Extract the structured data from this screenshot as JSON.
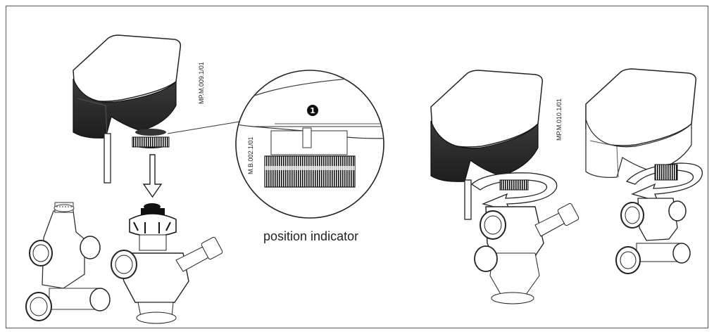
{
  "frame": {
    "border_color": "#555555",
    "background": "#ffffff"
  },
  "figures": {
    "left_code": "MP.M.009.1/01",
    "detail_code": "M.B.002.1/01",
    "right_code": "MP.M.010.1/01"
  },
  "detail": {
    "callout_number": "1",
    "caption": "position indicator"
  },
  "icons": {
    "mount_arrow": "down-arrow-icon",
    "rotate_arrow": "rotation-arrow-icon"
  }
}
